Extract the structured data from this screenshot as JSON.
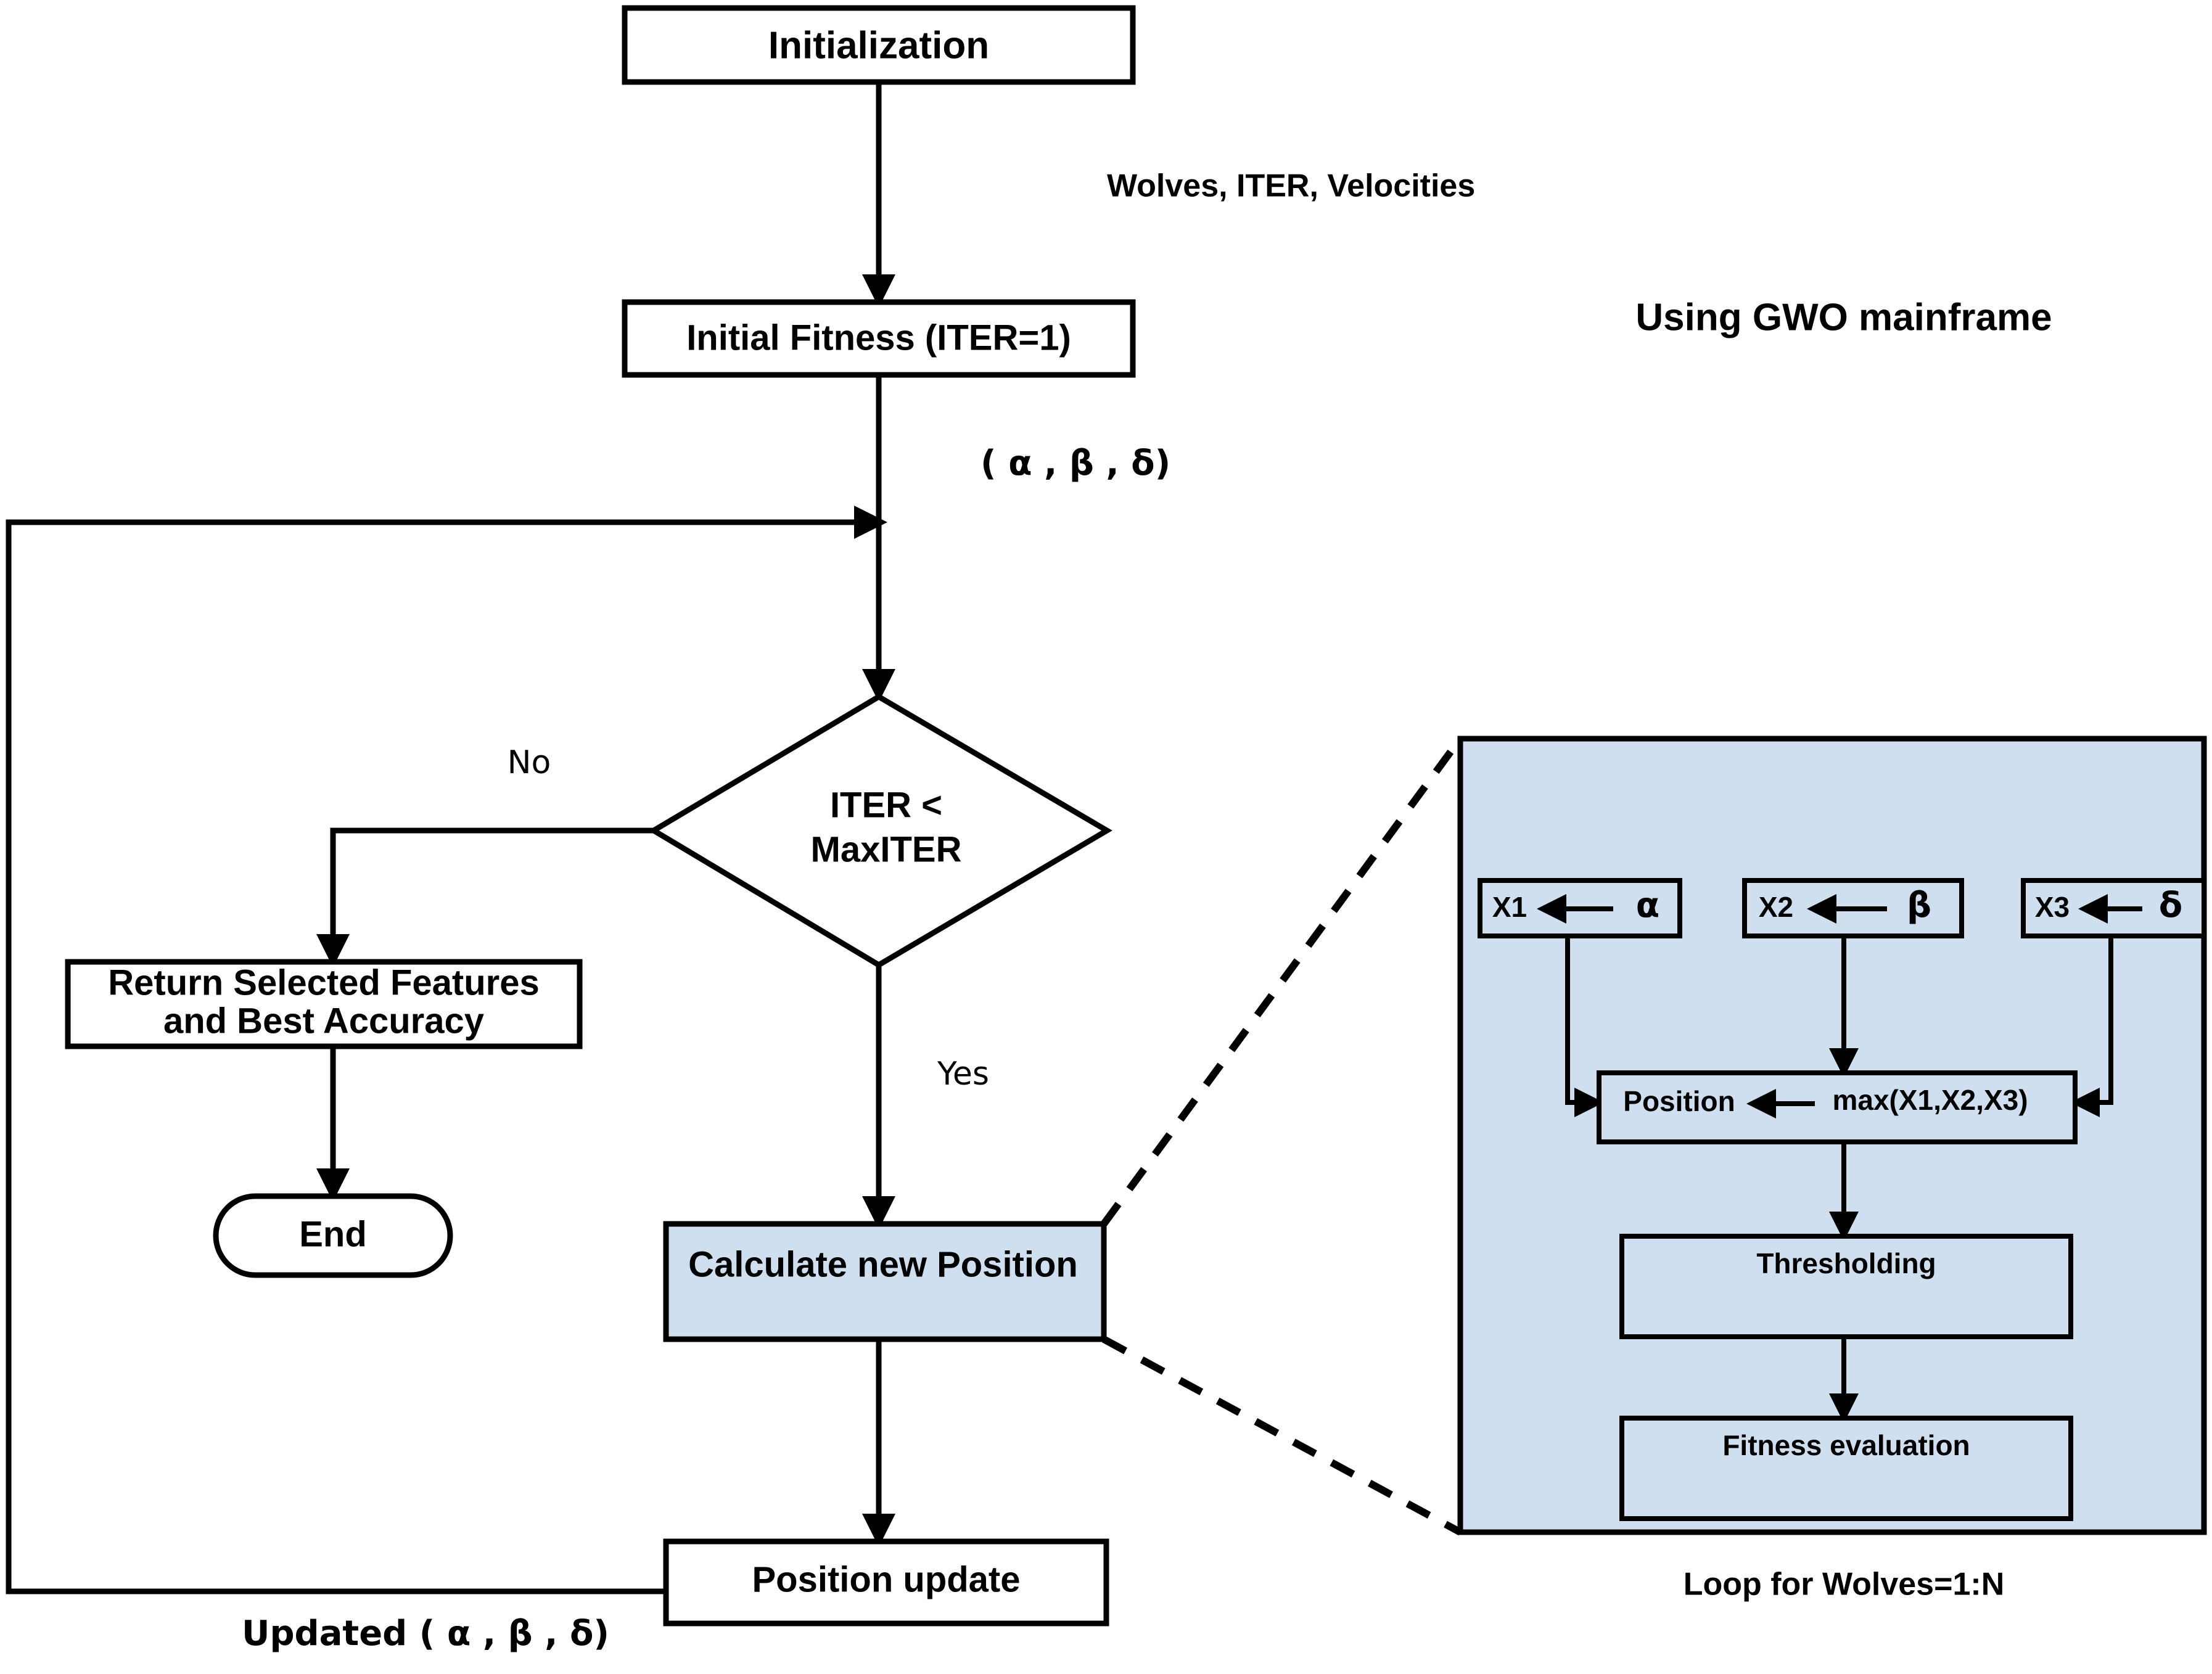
{
  "diagram": {
    "title_right": "Using GWO mainframe",
    "panel_caption": "Loop for Wolves=1:N",
    "nodes": {
      "initialization": "Initialization",
      "initial_fitness": "Initial Fitness (ITER=1)",
      "decision_line1": "ITER <",
      "decision_line2": "MaxITER",
      "return_line1": "Return Selected Features",
      "return_line2": "and Best Accuracy",
      "end": "End",
      "calculate_new_position": "Calculate new Position",
      "position_update": "Position update"
    },
    "edge_labels": {
      "init_to_fitness": "Wolves, ITER, Velocities",
      "fitness_to_decision": "( α ,   β ,    δ)",
      "no": "No",
      "yes": "Yes",
      "loopback": "Updated ( α ,   β ,    δ)"
    },
    "panel_nodes": {
      "x1_label": "X1",
      "x1_source": "α",
      "x2_label": "X2",
      "x2_source": "β",
      "x3_label": "X3",
      "x3_source": "δ",
      "position_label": "Position",
      "position_source": "max(X1,X2,X3)",
      "thresholding": "Thresholding",
      "fitness_evaluation": "Fitness evaluation"
    },
    "colors": {
      "panel_fill": "#cfdff0",
      "highlight_box_fill": "#cfdff0",
      "stroke": "#000000",
      "background": "#ffffff"
    }
  }
}
